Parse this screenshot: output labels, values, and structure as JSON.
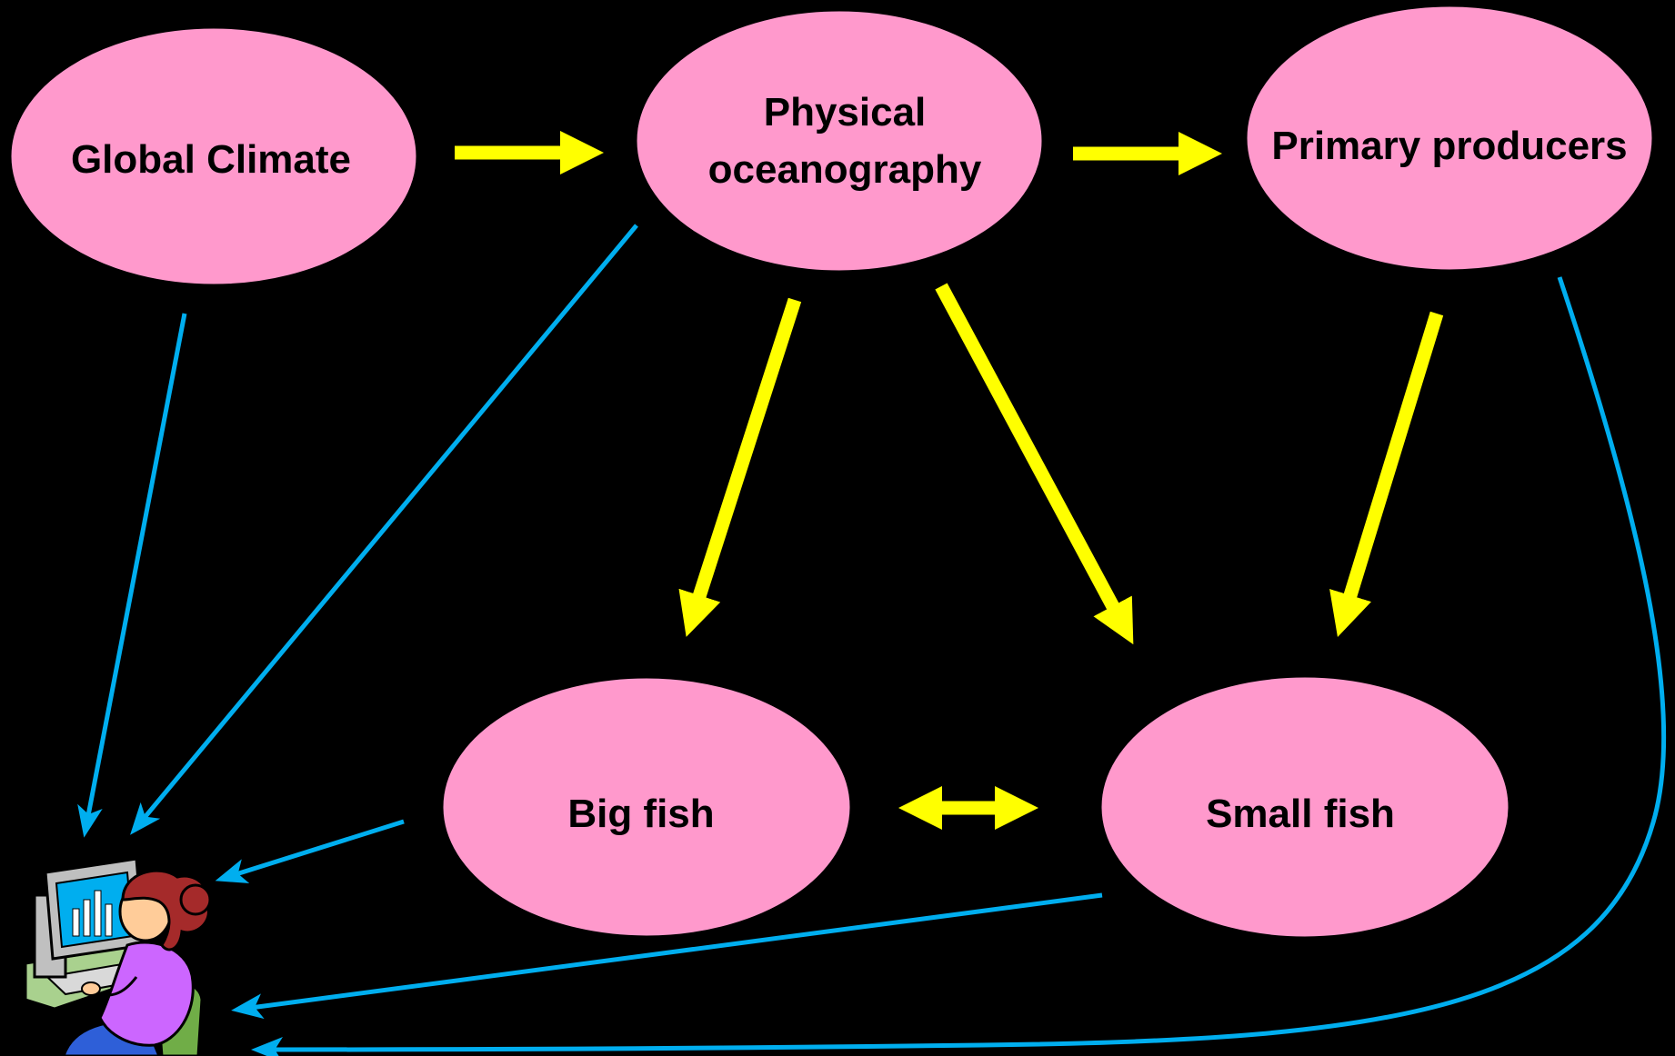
{
  "colors": {
    "background": "#000000",
    "node_fill": "#FF99CC",
    "node_text": "#000000",
    "causal_arrow": "#FFFF00",
    "observation_arrow": "#00AEEF"
  },
  "nodes": {
    "global_climate": "Global Climate",
    "physical_oceanography_line1": "Physical",
    "physical_oceanography_line2": "oceanography",
    "primary_producers": "Primary producers",
    "big_fish": "Big fish",
    "small_fish": "Small fish"
  },
  "observer": {
    "icon": "person-at-computer-icon"
  }
}
